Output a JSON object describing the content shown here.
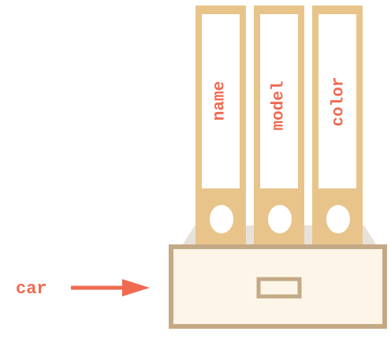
{
  "diagram": {
    "variable_label": "car",
    "folders": [
      {
        "label": "name"
      },
      {
        "label": "model"
      },
      {
        "label": "color"
      }
    ]
  },
  "colors": {
    "accent": "#f06a50",
    "folder_fill": "#e8c48a",
    "folder_inner": "#ffffff",
    "box_fill": "#fdf6e8",
    "box_border": "#c4a986",
    "box_back": "#e7e1d9"
  }
}
